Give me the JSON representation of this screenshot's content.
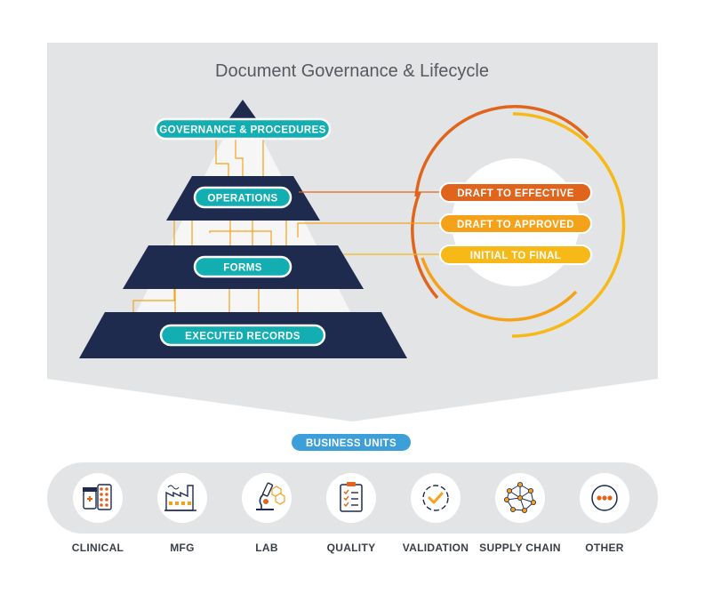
{
  "title": "Document Governance & Lifecycle",
  "pyramid": {
    "tier1": "GOVERNANCE & PROCEDURES",
    "tier2": "OPERATIONS",
    "tier3": "FORMS",
    "tier4": "EXECUTED RECORDS"
  },
  "lifecycle": {
    "draft_to_effective": "DRAFT TO EFFECTIVE",
    "draft_to_approved": "DRAFT TO APPROVED",
    "initial_to_final": "INITIAL TO FINAL"
  },
  "business_units": {
    "header": "BUSINESS UNITS",
    "items": [
      {
        "label": "CLINICAL",
        "icon": "pill-bottle-icon"
      },
      {
        "label": "MFG",
        "icon": "factory-icon"
      },
      {
        "label": "LAB",
        "icon": "microscope-icon"
      },
      {
        "label": "QUALITY",
        "icon": "checklist-clipboard-icon"
      },
      {
        "label": "VALIDATION",
        "icon": "check-badge-icon"
      },
      {
        "label": "SUPPLY CHAIN",
        "icon": "network-globe-icon"
      },
      {
        "label": "OTHER",
        "icon": "ellipsis-icon"
      }
    ]
  },
  "colors": {
    "navy": "#1e2b4e",
    "teal": "#12aeb1",
    "orange_dark": "#e0641c",
    "orange": "#f5a21b",
    "yellow": "#f7b917",
    "blue_pill": "#3d9fd9",
    "panel_gray": "#e3e4e5"
  }
}
